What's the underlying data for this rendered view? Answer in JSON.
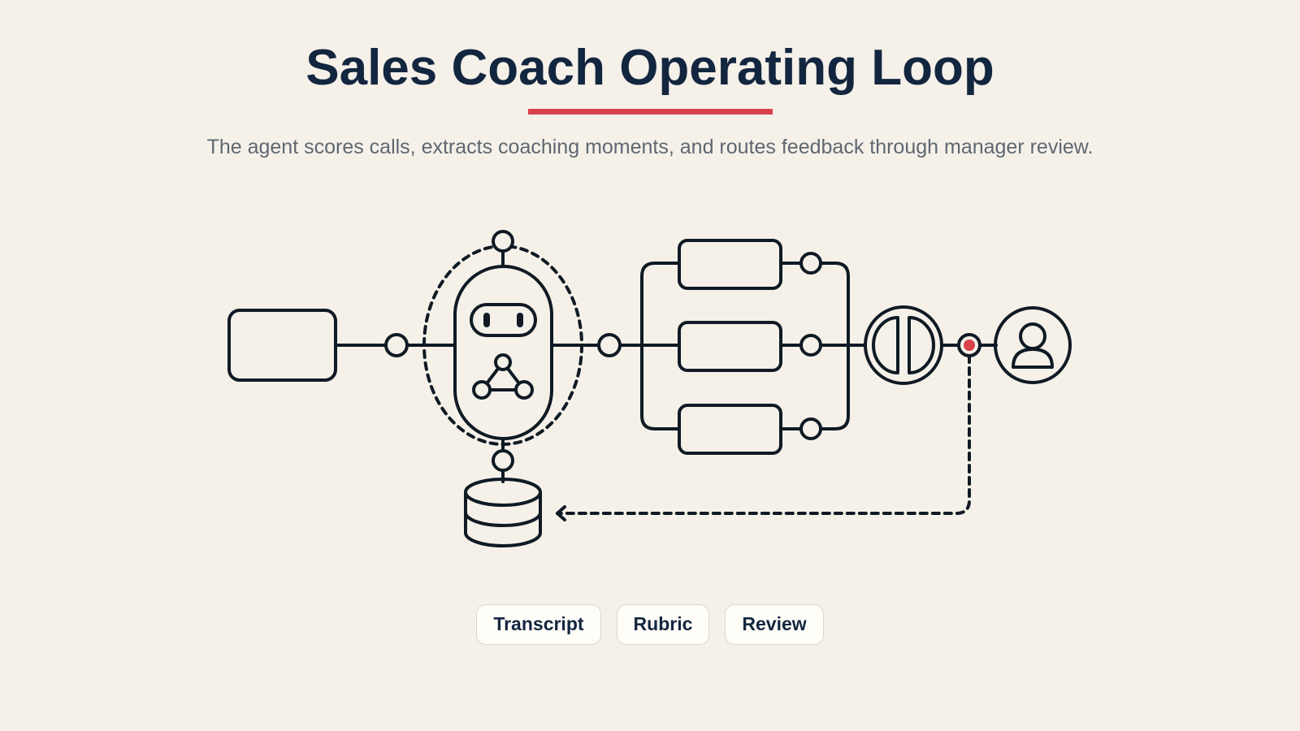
{
  "header": {
    "title": "Sales Coach Operating Loop",
    "subtitle": "The agent scores calls, extracts coaching moments, and routes feedback through manager review."
  },
  "colors": {
    "background": "#f5f1e9",
    "ink": "#0f1a24",
    "title": "#13263f",
    "accent": "#d9414b",
    "subtitle": "#5f6772"
  },
  "diagram": {
    "icons": [
      "input-box-icon",
      "robot-agent-icon",
      "database-icon",
      "split-gate-icon",
      "user-avatar-icon"
    ]
  },
  "chips": [
    {
      "label": "Transcript"
    },
    {
      "label": "Rubric"
    },
    {
      "label": "Review"
    }
  ]
}
